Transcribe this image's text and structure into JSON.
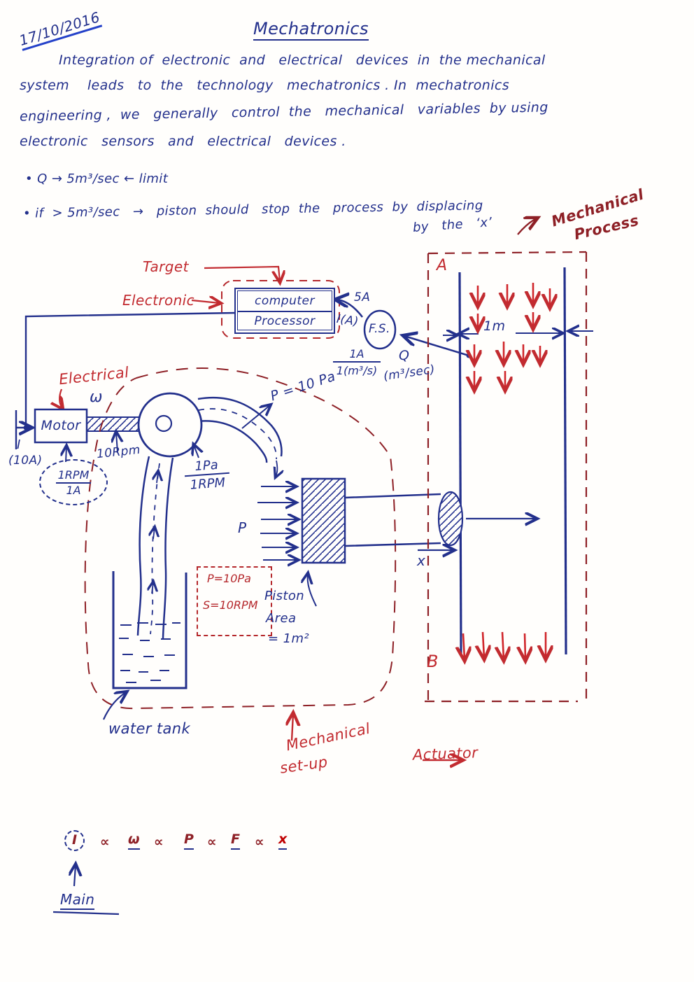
{
  "header": {
    "date": "17/10/2016",
    "title": "Mechatronics"
  },
  "para": {
    "l1": "Integration of  electronic  and   electrical   devices  in  the mechanical",
    "l2": "system    leads   to  the   technology   mechatronics . In  mechatronics",
    "l3": "engineering ,  we   generally   control  the   mechanical   variables  by using",
    "l4": "electronic   sensors   and   electrical   devices ."
  },
  "bullets": {
    "b1": "• Q → 5m³/sec ← limit",
    "b2a": "• if  > 5m³/sec   →   piston  should   stop  the   process  by  displacing",
    "b2b": "by   the   ‘x’"
  },
  "ann": {
    "mech_process_1": "Mechanical",
    "mech_process_2": "Process",
    "target": "Target",
    "electronic": "Electronic",
    "electrical": "Electrical",
    "mech_setup_1": "Mechanical",
    "mech_setup_2": "set-up",
    "actuator": "Actuator",
    "region_a": "A",
    "region_b": "B"
  },
  "blk": {
    "computer": "computer",
    "processor": "Processor",
    "motor": "Motor",
    "flow_sensor": "F.S.",
    "water_tank": "water tank"
  },
  "val": {
    "amp_5": "5A",
    "current": "I(A)",
    "sens_num": "1A",
    "sens_den": "1(m³/s)",
    "q": "Q",
    "q_unit": "(m³/sec)",
    "p_pipe": "P = 10 Pa",
    "omega": "ω",
    "rpm_10": "10Rpm",
    "current_i": "I",
    "current_10a": "(10A)",
    "motor_num": "1RPM",
    "motor_den": "1A",
    "pump_num": "1Pa",
    "pump_den": "1RPM",
    "p": "P",
    "note_p": "P=10Pa",
    "note_s": "S=10RPM",
    "piston_1": "Piston",
    "piston_2": "Area",
    "piston_3": "= 1m²",
    "x": "x",
    "width_1m": "1m"
  },
  "formula": {
    "t0": "I",
    "t1": "∝",
    "t2": "ω",
    "t3": "∝",
    "t4": "P",
    "t5": "∝",
    "t6": "F",
    "t7": "∝",
    "t8": "x",
    "main": "Main"
  }
}
